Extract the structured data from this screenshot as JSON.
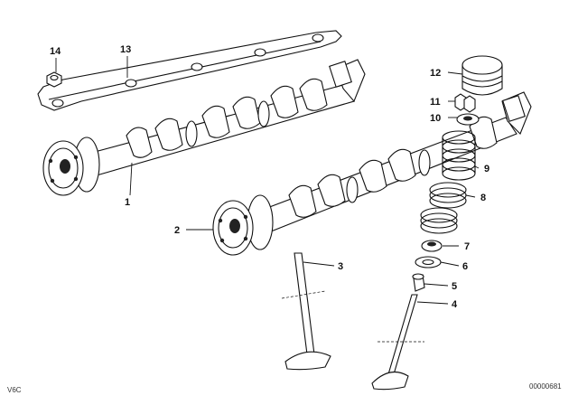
{
  "diagram": {
    "callouts": [
      {
        "id": "1",
        "label": "1"
      },
      {
        "id": "2",
        "label": "2"
      },
      {
        "id": "3",
        "label": "3"
      },
      {
        "id": "4",
        "label": "4"
      },
      {
        "id": "5",
        "label": "5"
      },
      {
        "id": "6",
        "label": "6"
      },
      {
        "id": "7",
        "label": "7"
      },
      {
        "id": "8",
        "label": "8"
      },
      {
        "id": "9",
        "label": "9"
      },
      {
        "id": "10",
        "label": "10"
      },
      {
        "id": "11",
        "label": "11"
      },
      {
        "id": "12",
        "label": "12"
      },
      {
        "id": "13",
        "label": "13"
      },
      {
        "id": "14",
        "label": "14"
      }
    ],
    "corner_code": "V6C",
    "drawing_number": "00000681"
  }
}
